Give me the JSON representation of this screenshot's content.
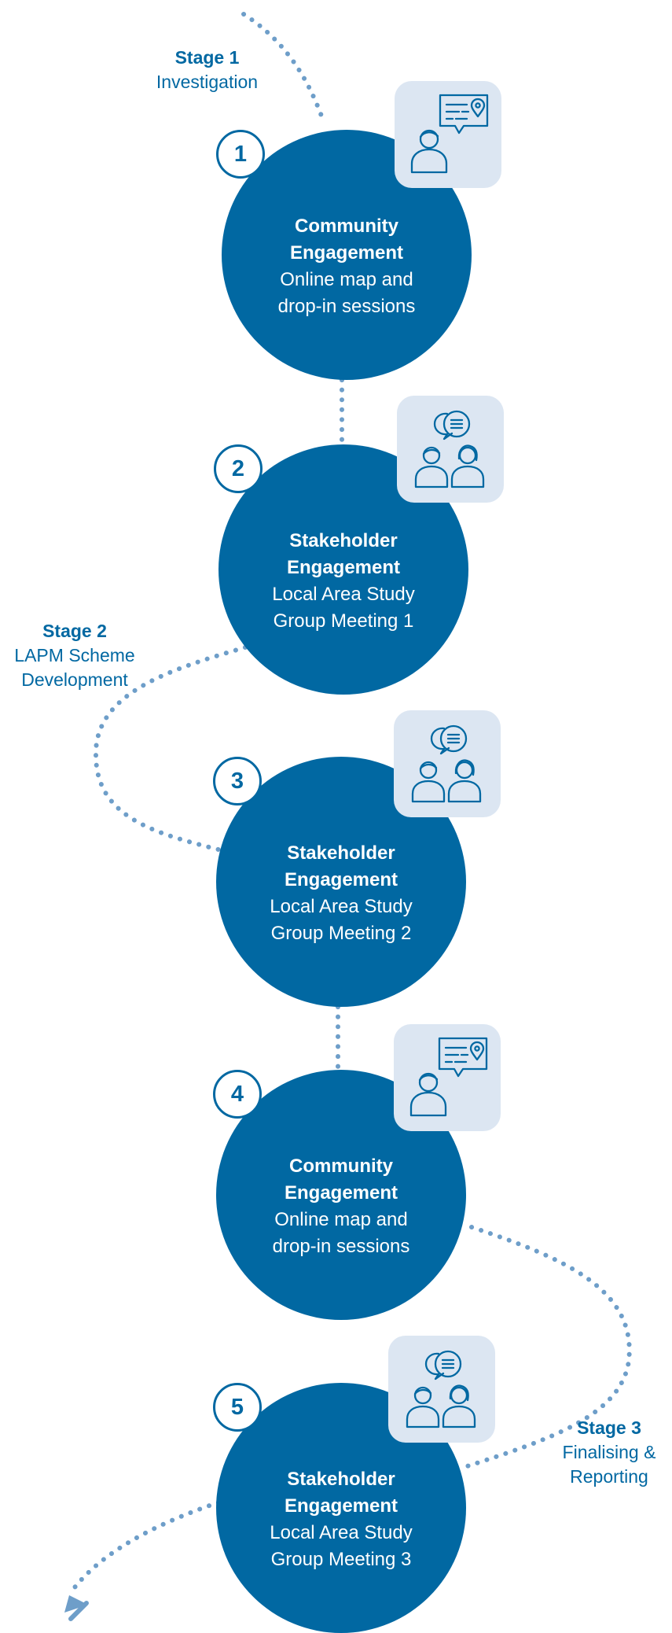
{
  "stages": [
    {
      "title": "Stage 1",
      "subtitle": "Investigation"
    },
    {
      "title": "Stage 2",
      "subtitle_line1": "LAPM Scheme",
      "subtitle_line2": "Development"
    },
    {
      "title": "Stage 3",
      "subtitle_line1": "Finalising &",
      "subtitle_line2": "Reporting"
    }
  ],
  "steps": [
    {
      "number": "1",
      "title_line1": "Community",
      "title_line2": "Engagement",
      "sub_line1": "Online map and",
      "sub_line2": "drop-in sessions",
      "icon": "online-map-icon"
    },
    {
      "number": "2",
      "title_line1": "Stakeholder",
      "title_line2": "Engagement",
      "sub_line1": "Local Area Study",
      "sub_line2": "Group Meeting 1",
      "icon": "meeting-icon"
    },
    {
      "number": "3",
      "title_line1": "Stakeholder",
      "title_line2": "Engagement",
      "sub_line1": "Local Area Study",
      "sub_line2": "Group Meeting 2",
      "icon": "meeting-icon"
    },
    {
      "number": "4",
      "title_line1": "Community",
      "title_line2": "Engagement",
      "sub_line1": "Online map and",
      "sub_line2": "drop-in sessions",
      "icon": "online-map-icon"
    },
    {
      "number": "5",
      "title_line1": "Stakeholder",
      "title_line2": "Engagement",
      "sub_line1": "Local Area Study",
      "sub_line2": "Group Meeting 3",
      "icon": "meeting-icon"
    }
  ],
  "colors": {
    "primary": "#0168a2",
    "path": "#6e9ec9",
    "tile": "#dce6f2"
  }
}
